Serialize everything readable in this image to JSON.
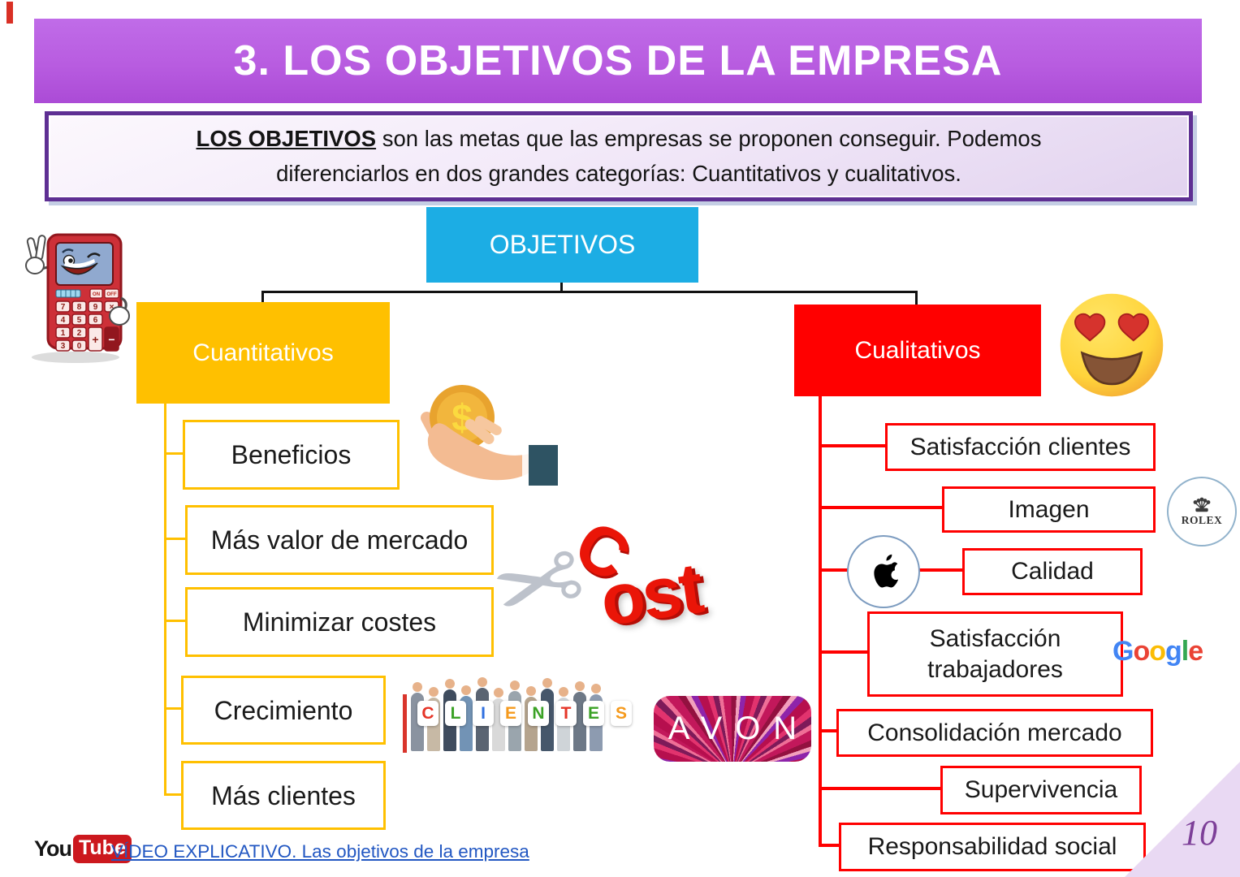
{
  "header": {
    "title": "3. LOS OBJETIVOS DE LA EMPRESA"
  },
  "intro": {
    "lead": "LOS OBJETIVOS",
    "line1_rest": " son las metas que las empresas se proponen conseguir. Podemos",
    "line2": "diferenciarlos en dos grandes categorías: Cuantitativos y cualitativos."
  },
  "tree": {
    "root": "OBJETIVOS",
    "quantitative": {
      "title": "Cuantitativos",
      "items": [
        "Beneficios",
        "Más valor de mercado",
        "Minimizar costes",
        "Crecimiento",
        "Más clientes"
      ]
    },
    "qualitative": {
      "title": "Cualitativos",
      "items": [
        "Satisfacción clientes",
        "Imagen",
        "Calidad",
        "Satisfacción trabajadores",
        "Consolidación mercado",
        "Supervivencia",
        "Responsabilidad social"
      ]
    }
  },
  "illustrations": {
    "coin_symbol": "$",
    "cost_c": "C",
    "cost_ost": "ost",
    "clientes_letters": [
      "C",
      "L",
      "I",
      "E",
      "N",
      "T",
      "E",
      "S"
    ],
    "avon": "AVON",
    "rolex": "ROLEX",
    "google_letters": [
      "G",
      "o",
      "o",
      "g",
      "l",
      "e"
    ],
    "calculator": {
      "on": "ON",
      "off": "OFF",
      "keys": [
        "7",
        "8",
        "9",
        "×",
        "4",
        "5",
        "6",
        "1",
        "2",
        "3",
        "0",
        "+",
        "−"
      ]
    }
  },
  "footer": {
    "youtube_you": "You",
    "youtube_tube": "Tube",
    "link": "VÍDEO EXPLICATIVO. Las objetivos de la empresa"
  },
  "page_number": "10",
  "colors": {
    "header_purple": "#b85ce0",
    "intro_border_purple": "#5e2f93",
    "root_blue": "#1cade4",
    "quantitative_gold": "#ffc000",
    "qualitative_red": "#ff0000",
    "link_blue": "#2257c2",
    "youtube_red": "#cc181e",
    "page_number_purple": "#7d3f98"
  }
}
